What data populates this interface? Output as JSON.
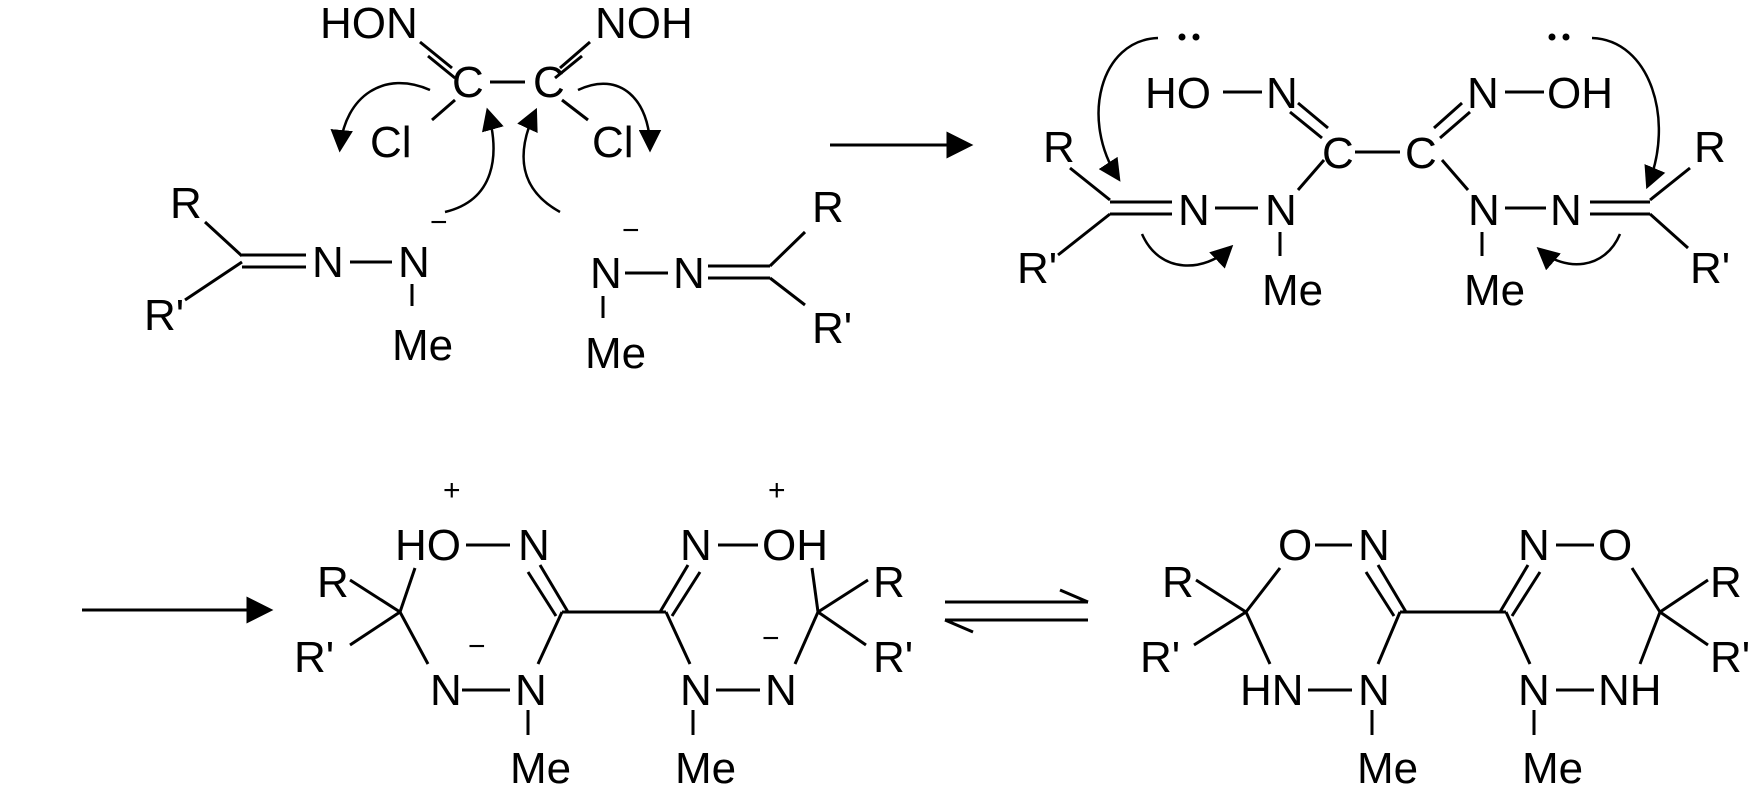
{
  "scheme": {
    "panel1": {
      "glyoxime": {
        "hon": "HON",
        "noh": "NOH",
        "c1": "C",
        "c2": "C",
        "cl1": "Cl",
        "cl2": "Cl"
      },
      "hydrazone_left": {
        "r": "R",
        "rp": "R'",
        "n1": "N",
        "n2": "N",
        "charge": "−",
        "me": "Me"
      },
      "hydrazone_right": {
        "r": "R",
        "rp": "R'",
        "n1": "N",
        "n2": "N",
        "charge": "−",
        "me": "Me"
      }
    },
    "panel2": {
      "ho": "HO",
      "oh": "OH",
      "n_oxime_left": "N",
      "n_oxime_right": "N",
      "c1": "C",
      "c2": "C",
      "r_left": "R",
      "rp_left": "R'",
      "r_right": "R",
      "rp_right": "R'",
      "n_a": "N",
      "n_b": "N",
      "n_c": "N",
      "n_d": "N",
      "me_left": "Me",
      "me_right": "Me"
    },
    "panel3": {
      "ho": "HO",
      "oh": "OH",
      "plus_left": "+",
      "plus_right": "+",
      "n_top_left": "N",
      "n_top_right": "N",
      "r_left": "R",
      "rp_left": "R'",
      "r_right": "R",
      "rp_right": "R'",
      "n_bl1": "N",
      "n_bl2": "N",
      "n_br1": "N",
      "n_br2": "N",
      "minus_left": "−",
      "minus_right": "−",
      "me_left": "Me",
      "me_right": "Me"
    },
    "panel4": {
      "o_left": "O",
      "n_top_left": "N",
      "n_top_right": "N",
      "o_right": "O",
      "r_left": "R",
      "rp_left": "R'",
      "r_right": "R",
      "rp_right": "R'",
      "hn": "HN",
      "n_l": "N",
      "n_r": "N",
      "nh": "NH",
      "me_left": "Me",
      "me_right": "Me"
    }
  }
}
